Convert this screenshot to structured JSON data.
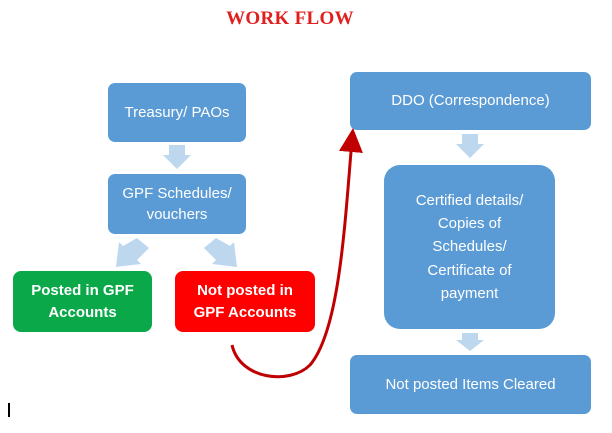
{
  "title": "WORK FLOW",
  "nodes": {
    "treasury": "Treasury/ PAOs",
    "gpf_schedules": "GPF Schedules/ vouchers",
    "posted": "Posted  in GPF Accounts",
    "not_posted": "Not posted in GPF Accounts",
    "ddo": "DDO (Correspondence)",
    "certified": "Certified details/ Copies of Schedules/ Certificate of payment",
    "cleared": "Not posted Items Cleared"
  },
  "colors": {
    "box_blue": "#5b9bd5",
    "box_green": "#0ba84a",
    "box_red": "#ff0000",
    "arrow_blue": "#bdd7ee",
    "curve_arrow": "#c00000",
    "title": "#e0201f"
  }
}
